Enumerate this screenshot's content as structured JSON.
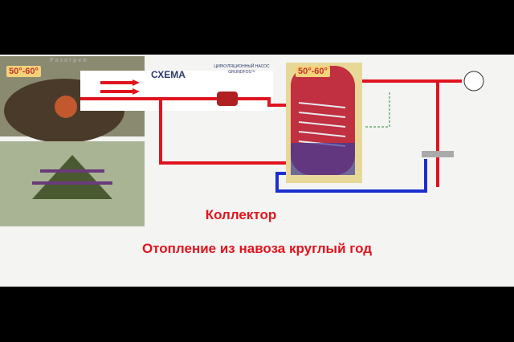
{
  "diagram": {
    "heating_label": "Разогрев",
    "temp_left": "50°-60°",
    "temp_tank": "50°-60°",
    "schema_label": "СХЕМА",
    "pump_label": "ЦИРКУЛЯЦИОННЫЙ НАСОС GRUNDFOS™"
  },
  "captions": {
    "line1": "Коллектор",
    "line2": "Отопление из навоза круглый год"
  },
  "colors": {
    "hot": "#e0141e",
    "cold": "#1a2fd0",
    "text": "#e0141e"
  }
}
